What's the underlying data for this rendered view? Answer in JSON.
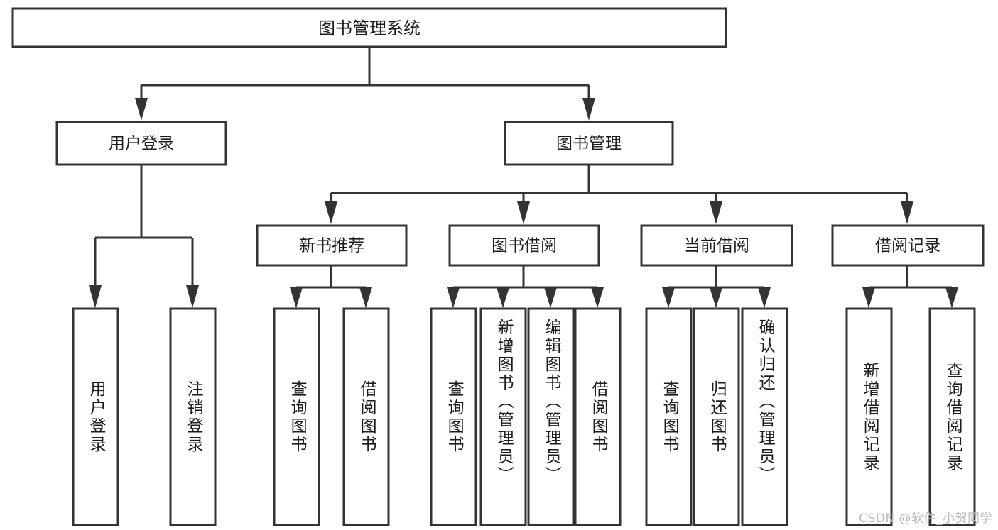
{
  "diagram": {
    "type": "hierarchy-tree",
    "title": "图书管理系统",
    "root": {
      "id": "root",
      "label": "图书管理系统",
      "orientation": "horizontal"
    },
    "level2": [
      {
        "id": "user-login",
        "label": "用户登录",
        "orientation": "horizontal"
      },
      {
        "id": "book-manage",
        "label": "图书管理",
        "orientation": "horizontal"
      }
    ],
    "level3": [
      {
        "id": "new-book-recommend",
        "label": "新书推荐",
        "parent": "book-manage",
        "orientation": "horizontal"
      },
      {
        "id": "book-borrow",
        "label": "图书借阅",
        "parent": "book-manage",
        "orientation": "horizontal"
      },
      {
        "id": "current-borrow",
        "label": "当前借阅",
        "parent": "book-manage",
        "orientation": "horizontal"
      },
      {
        "id": "borrow-record",
        "label": "借阅记录",
        "parent": "book-manage",
        "orientation": "horizontal"
      }
    ],
    "leaves": [
      {
        "id": "leaf-user-login",
        "label": "用户登录",
        "parent": "user-login",
        "orientation": "vertical"
      },
      {
        "id": "leaf-user-logout",
        "label": "注销登录",
        "parent": "user-login",
        "orientation": "vertical"
      },
      {
        "id": "leaf-query-book-1",
        "label": "查询图书",
        "parent": "new-book-recommend",
        "orientation": "vertical"
      },
      {
        "id": "leaf-borrow-book-1",
        "label": "借阅图书",
        "parent": "new-book-recommend",
        "orientation": "vertical"
      },
      {
        "id": "leaf-query-book-2",
        "label": "查询图书",
        "parent": "book-borrow",
        "orientation": "vertical"
      },
      {
        "id": "leaf-add-book",
        "label": "新增图书（管理员）",
        "parent": "book-borrow",
        "orientation": "vertical"
      },
      {
        "id": "leaf-edit-book",
        "label": "编辑图书（管理员）",
        "parent": "book-borrow",
        "orientation": "vertical"
      },
      {
        "id": "leaf-borrow-book-2",
        "label": "借阅图书",
        "parent": "book-borrow",
        "orientation": "vertical"
      },
      {
        "id": "leaf-query-book-3",
        "label": "查询图书",
        "parent": "current-borrow",
        "orientation": "vertical"
      },
      {
        "id": "leaf-return-book",
        "label": "归还图书",
        "parent": "current-borrow",
        "orientation": "vertical"
      },
      {
        "id": "leaf-confirm-return",
        "label": "确认归还（管理员）",
        "parent": "current-borrow",
        "orientation": "vertical"
      },
      {
        "id": "leaf-add-record",
        "label": "新增借阅记录",
        "parent": "borrow-record",
        "orientation": "vertical"
      },
      {
        "id": "leaf-query-record",
        "label": "查询借阅记录",
        "parent": "borrow-record",
        "orientation": "vertical"
      }
    ]
  },
  "watermark": {
    "text": "CSDN @软件_小贺同学"
  },
  "colors": {
    "stroke": "#333333",
    "fill": "#ffffff",
    "text": "#1c1c1c",
    "watermark": "#b9b9b9"
  }
}
